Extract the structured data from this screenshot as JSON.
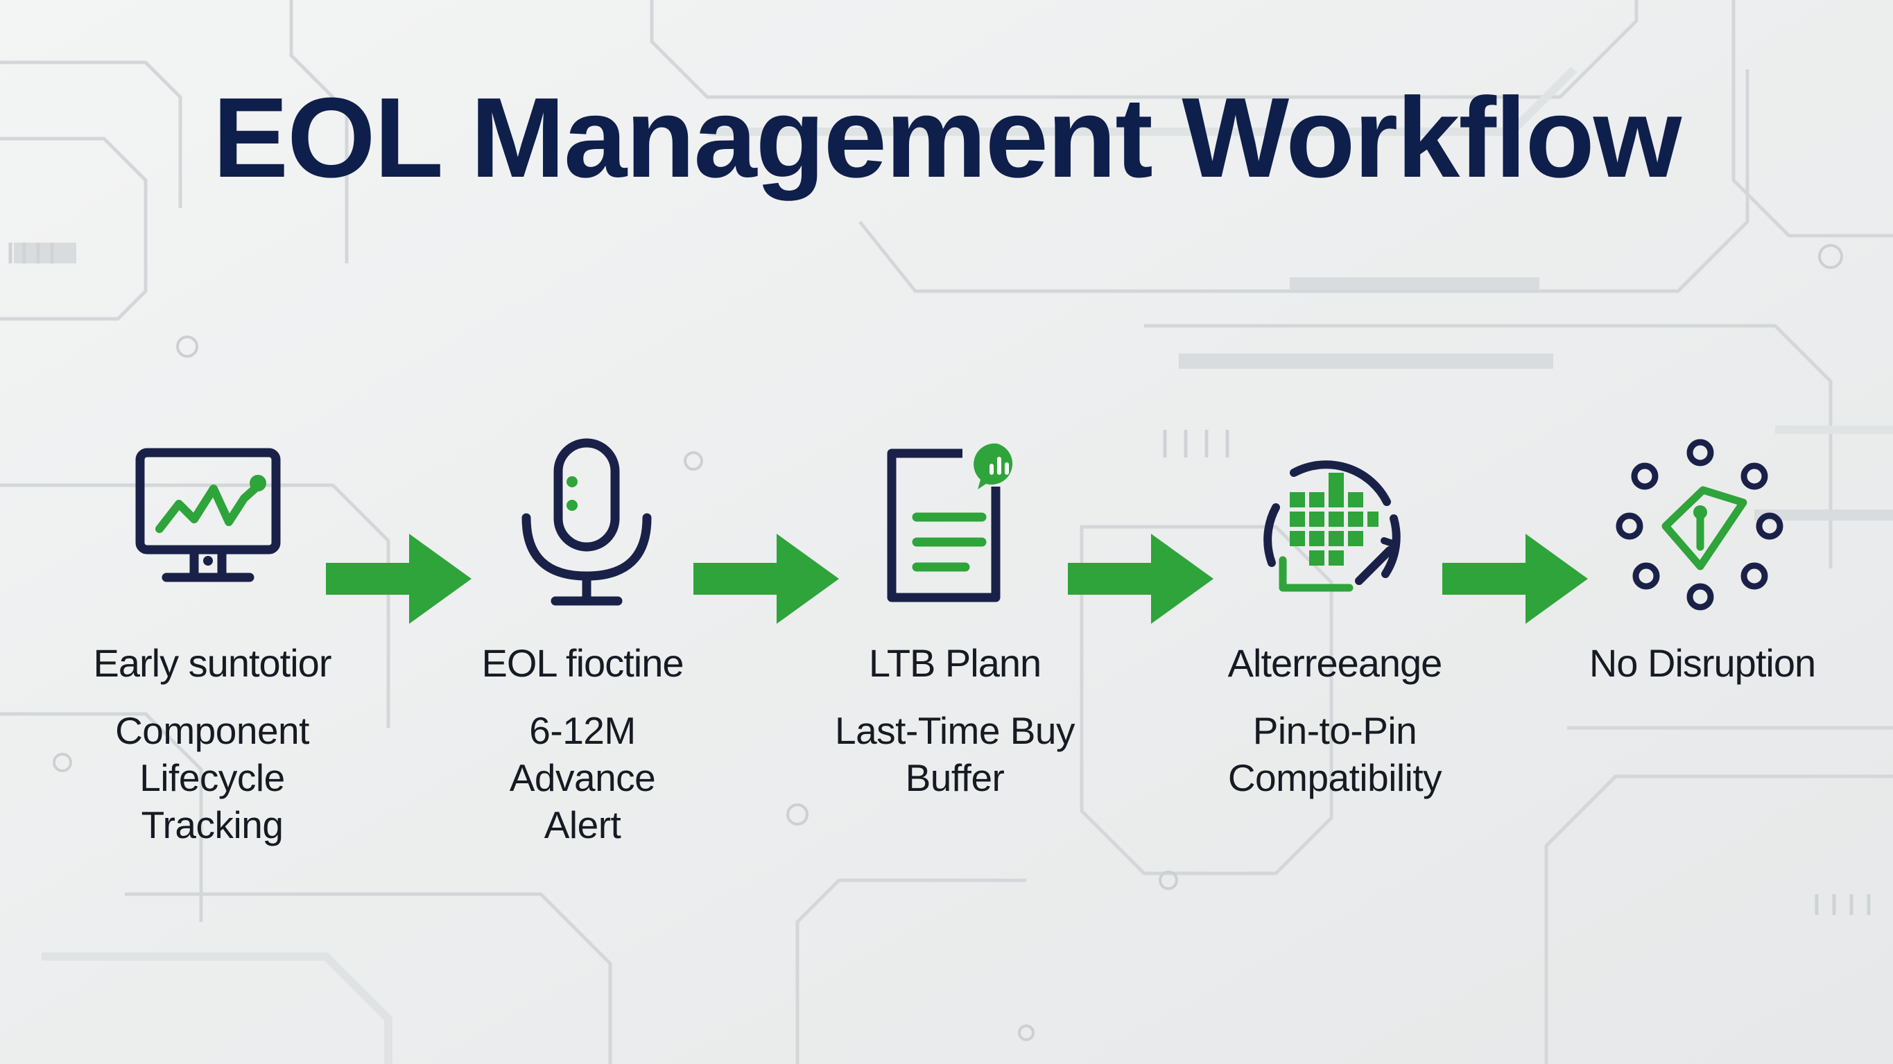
{
  "title": "EOL Management Workflow",
  "colors": {
    "navy": "#1a2148",
    "green": "#2ea43a",
    "text": "#161a22",
    "background": "#eeefef"
  },
  "steps": [
    {
      "icon": "monitor-chart-icon",
      "label": "Early suntotior",
      "desc": "Component\nLifecycle\nTracking"
    },
    {
      "icon": "microphone-icon",
      "label": "EOL fioctine",
      "desc": "6-12M\nAdvance\nAlert"
    },
    {
      "icon": "document-icon",
      "label": "LTB Plann",
      "desc": "Last-Time Buy\nBuffer"
    },
    {
      "icon": "chip-grid-icon",
      "label": "Alterreeange",
      "desc": "Pin-to-Pin\nCompatibility"
    },
    {
      "icon": "network-pen-icon",
      "label": "No Disruption",
      "desc": ""
    }
  ]
}
